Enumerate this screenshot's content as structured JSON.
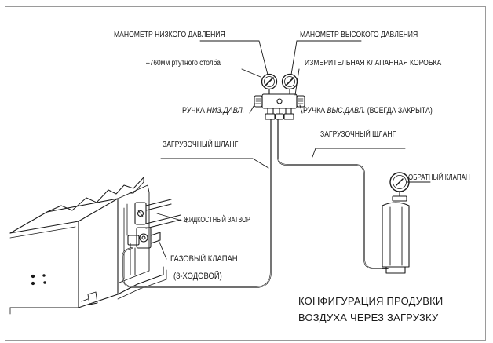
{
  "labels": {
    "low_gauge": "МАНОМЕТР НИЗКОГО ДАВЛЕНИЯ",
    "high_gauge": "МАНОМЕТР ВЫСОКОГО ДАВЛЕНИЯ",
    "vacuum": "–760мм ртутного столба",
    "manifold": "ИЗМЕРИТЕЛЬНАЯ КЛАПАННАЯ КОРОБКА",
    "low_handle_prefix": "РУЧКА ",
    "low_handle_italic": "НИЗ.ДАВЛ.",
    "high_handle_prefix": "РУЧКА ",
    "high_handle_italic": "ВЫС.ДАВЛ.",
    "high_handle_suffix": " (ВСЕГДА ЗАКРЫТА)",
    "hose_left": "ЗАГРУЗОЧНЫЙ ШЛАНГ",
    "hose_right": "ЗАГРУЗОЧНЫЙ ШЛАНГ",
    "check_valve": "ОБРАТНЫЙ КЛАПАН",
    "liquid_valve": "ЖИДКОСТНЫЙ ЗАТВОР",
    "gas_valve_line1": "ГАЗОВЫЙ КЛАПАН",
    "gas_valve_line2": "(3-ХОДОВОЙ)",
    "caption_line1": "КОНФИГУРАЦИЯ  ПРОДУВКИ",
    "caption_line2": "ВОЗДУХА ЧЕРЕЗ ЗАГРУЗКУ"
  },
  "colors": {
    "ink": "#1a1a1a",
    "frame": "#9a9a9a",
    "background": "#ffffff"
  }
}
